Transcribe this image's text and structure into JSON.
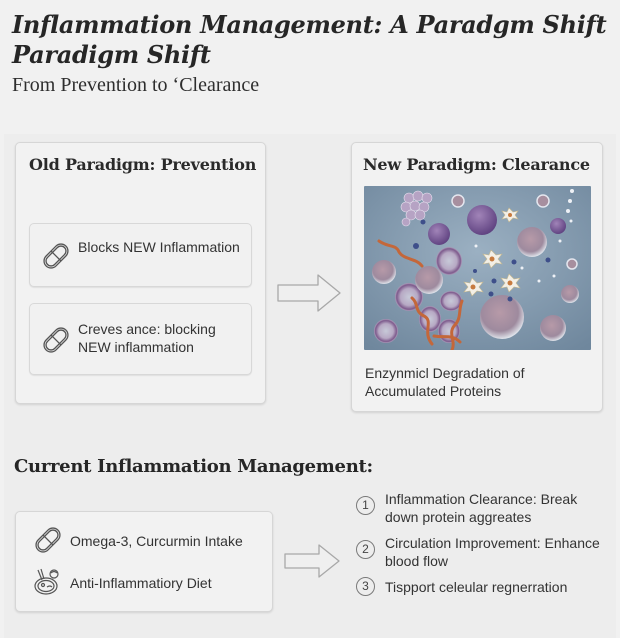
{
  "header": {
    "title": "Inflammation Management: A Paradgm Shift Paradigm Shift",
    "subtitle": "From Prevention to ‘Clearance"
  },
  "old_paradigm": {
    "title": "Old Paradigm: Prevention",
    "items": [
      {
        "icon": "pill-icon",
        "text": "Blocks NEW Inflammation"
      },
      {
        "icon": "pill-icon",
        "text": "Creves ance: blocking NEW inflammation"
      }
    ]
  },
  "new_paradigm": {
    "title": "New Paradigm: Clearance",
    "image": "cell-illustration",
    "caption": "Enzynmicl Degradation of Accumulated Proteins"
  },
  "current": {
    "heading": "Current Inflammation Management:",
    "items": [
      {
        "icon": "pill-icon",
        "text": "Omega-3, Curcurmin Intake"
      },
      {
        "icon": "food-bowl-icon",
        "text": "Anti-Inflammatiory Diet"
      }
    ],
    "steps": [
      {
        "num": "1",
        "text": "Inflammation Clearance: Break down protein aggreates"
      },
      {
        "num": "2",
        "text": "Circulation Improvement: Enhance blood flow"
      },
      {
        "num": "3",
        "text": "Tispport celeular regnerration"
      }
    ]
  },
  "colors": {
    "background": "#f1f1f1",
    "card": "#f2f2f2",
    "border": "#d6d6d6",
    "image_bg": "#7f97ad",
    "text": "#2a2a2a"
  }
}
